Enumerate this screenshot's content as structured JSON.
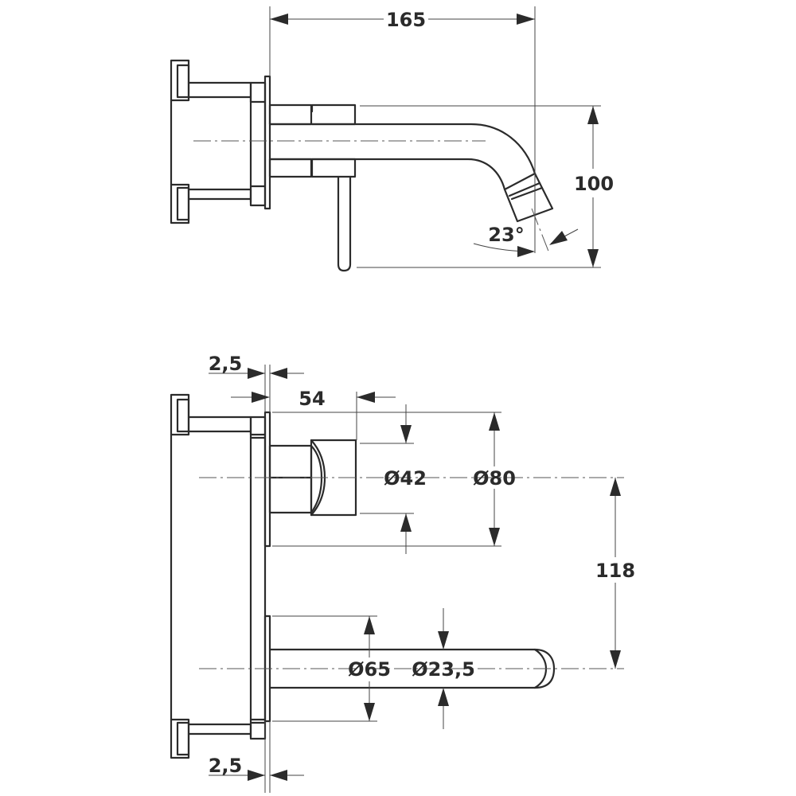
{
  "top_view": {
    "dims": {
      "length": "165",
      "height": "100",
      "angle": "23°"
    }
  },
  "bottom_view": {
    "dims": {
      "plate_gap_top": "2,5",
      "handle_depth": "54",
      "handle_diameter": "Ø42",
      "plate_diameter": "Ø80",
      "axis_distance": "118",
      "spout_plate_diameter": "Ø65",
      "spout_diameter": "Ø23,5",
      "plate_gap_bottom": "2,5"
    }
  },
  "colors": {
    "line": "#2b2b2b",
    "background": "#ffffff"
  }
}
